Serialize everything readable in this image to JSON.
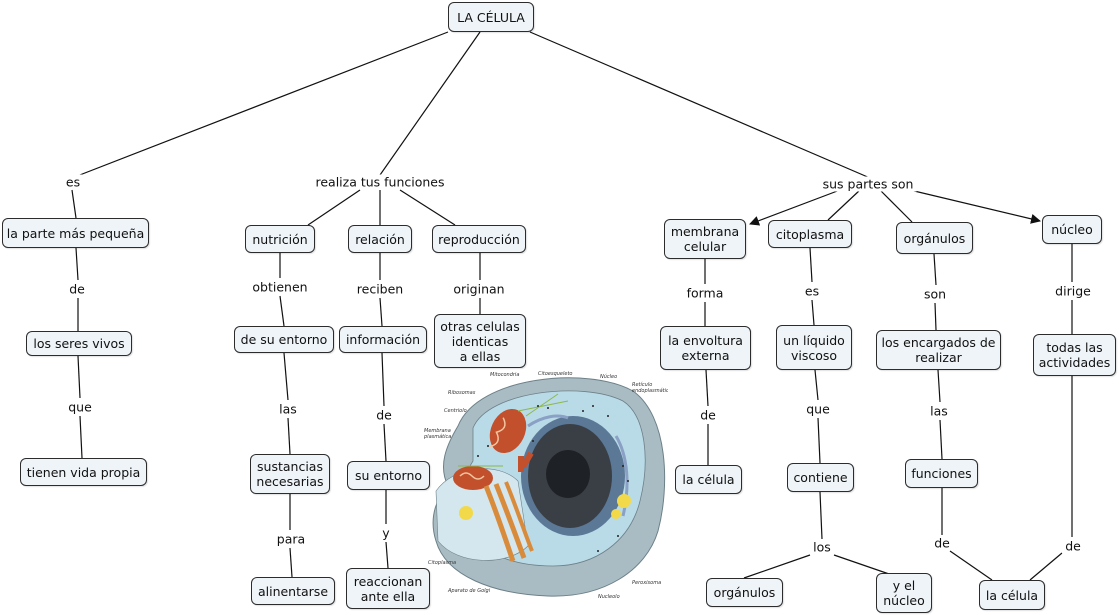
{
  "root": {
    "label": "LA CÉLULA"
  },
  "branches": {
    "es": {
      "link": "es",
      "node1": "la parte más pequeña",
      "link2": "de",
      "node2": "los seres vivos",
      "link3": "que",
      "node3": "tienen vida propia"
    },
    "funciones": {
      "link": "realiza tus funciones",
      "nutricion": {
        "label": "nutrición",
        "link": "obtienen",
        "node2": "de su entorno",
        "link2": "las",
        "node3": "sustancias\nnecesarias",
        "link3": "para",
        "node4": "alinentarse"
      },
      "relacion": {
        "label": "relación",
        "link": "reciben",
        "node2": "información",
        "link2": "de",
        "node3": "su entorno",
        "link3": "y",
        "node4": "reaccionan\nante ella"
      },
      "reproduccion": {
        "label": "reproducción",
        "link": "originan",
        "node2": "otras celulas\nidenticas\na ellas"
      }
    },
    "partes": {
      "link": "sus partes son",
      "membrana": {
        "label": "membrana\ncelular",
        "link": "forma",
        "node2": "la envoltura\nexterna",
        "link2": "de",
        "node3": "la célula"
      },
      "citoplasma": {
        "label": "citoplasma",
        "link": "es",
        "node2": "un líquido\nviscoso",
        "link2": "que",
        "node3": "contiene",
        "link3": "los",
        "node4a": "orgánulos",
        "node4b": "y el\nnúcleo"
      },
      "organulos": {
        "label": "orgánulos",
        "link": "son",
        "node2": "los encargados de\nrealizar",
        "link2": "las",
        "node3": "funciones",
        "link3": "de"
      },
      "nucleo": {
        "label": "núcleo",
        "link": "dirige",
        "node2": "todas las\nactividades",
        "link2": "de",
        "shared_node": "la célula"
      }
    }
  },
  "cell_image": {
    "labels": [
      "Mitocondria",
      "Citoesqueleto",
      "Núcleo",
      "Retículo endoplasmático",
      "Ribosomas",
      "Centriolo",
      "Membrana plasmática",
      "Citoplasma",
      "Aparato de Golgi",
      "Nucleolo",
      "Peroxisoma"
    ],
    "colors": {
      "membrane": "#8fa6b0",
      "cytoplasm": "#b9dbe8",
      "nucleus": "#3a3f45",
      "mitochondria": "#c2502c",
      "golgi": "#d98b3c",
      "vesicle": "#f2d94a"
    }
  }
}
